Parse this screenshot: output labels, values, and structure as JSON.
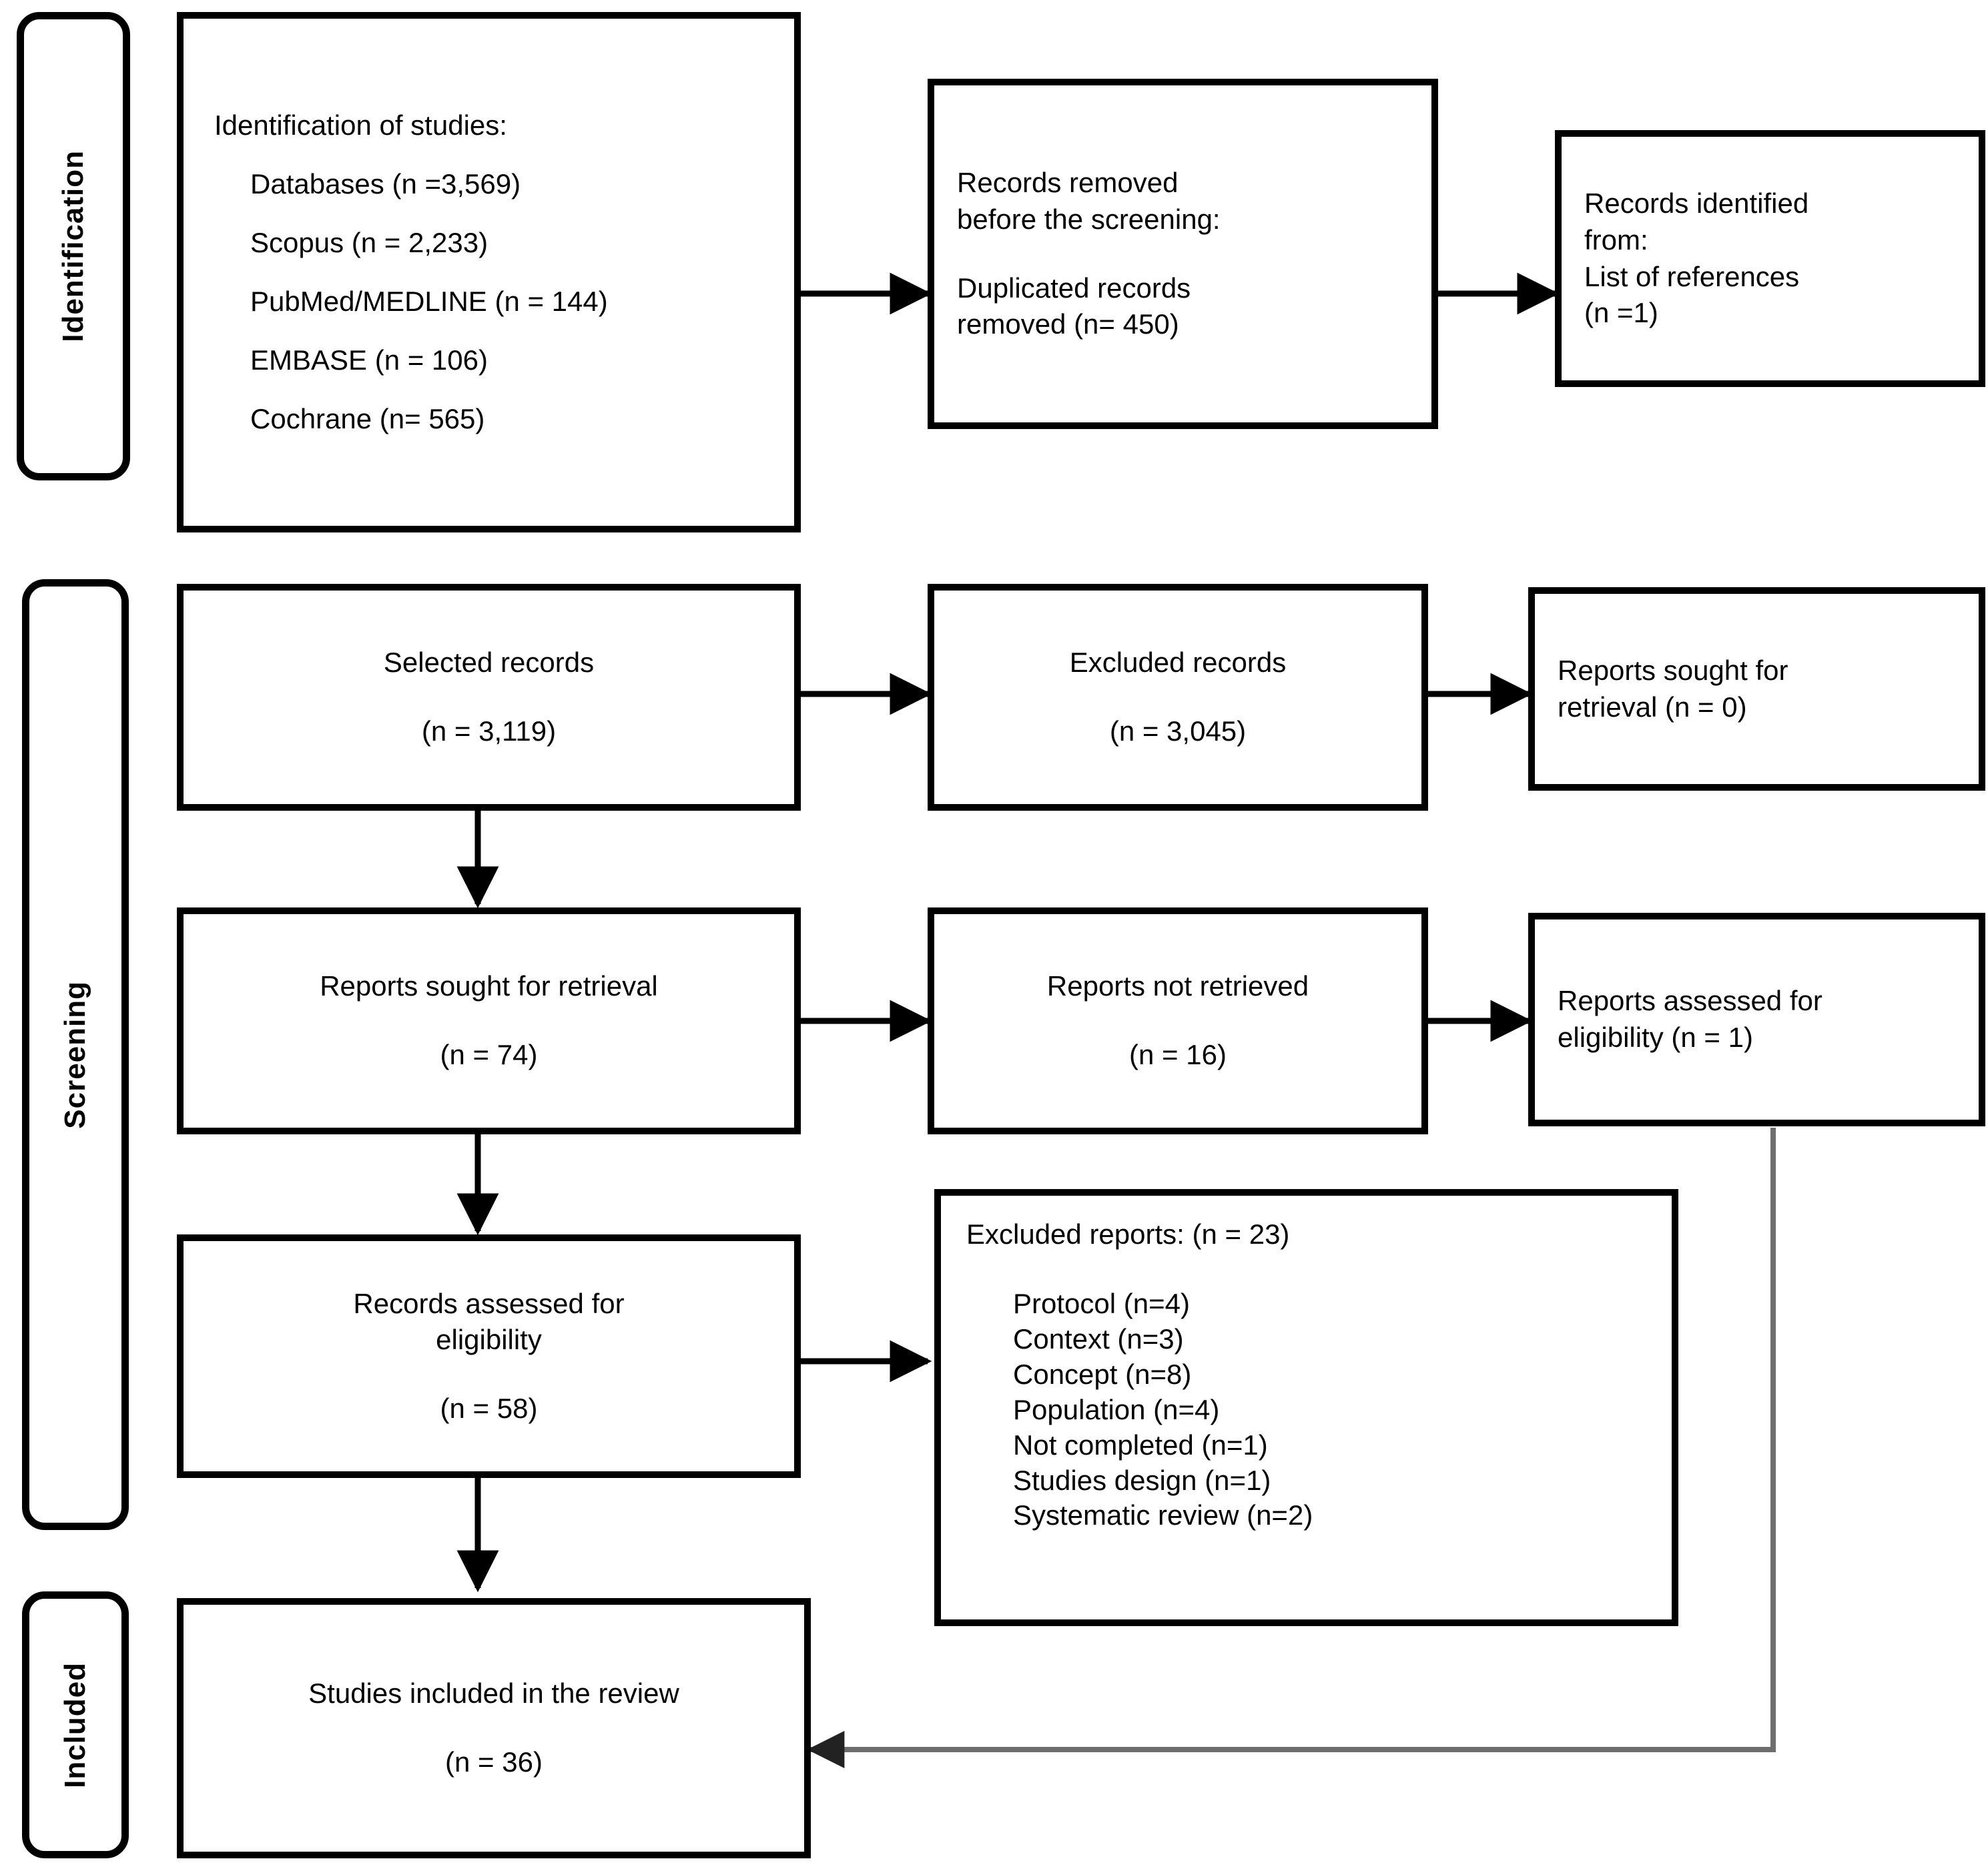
{
  "diagram": {
    "title": "PRISMA flow diagram",
    "type": "prisma-flow",
    "stroke_color": "#000000",
    "background_color": "#ffffff",
    "faint_connector_color": "#6e6e6e"
  },
  "phases": [
    {
      "key": "identification",
      "label": "Identification"
    },
    {
      "key": "screening",
      "label": "Screening"
    },
    {
      "key": "included",
      "label": "Included"
    }
  ],
  "boxes": {
    "identification_of_studies": {
      "heading": "Identification of studies:",
      "items": [
        "Databases (n =3,569)",
        "Scopus (n = 2,233)",
        "PubMed/MEDLINE (n = 144)",
        "EMBASE (n = 106)",
        "Cochrane (n= 565)"
      ]
    },
    "records_removed": {
      "line1": "Records removed",
      "line2": "before the screening:",
      "line3": "Duplicated records",
      "line4": "removed (n= 450)"
    },
    "records_identified_from": {
      "line1": "Records identified",
      "line2": "from:",
      "line3": "List of references",
      "line4": "(n =1)"
    },
    "selected_records": {
      "line1": "Selected records",
      "line2": "(n = 3,119)"
    },
    "excluded_records": {
      "line1": "Excluded records",
      "line2": "(n = 3,045)"
    },
    "reports_sought_retrieval_right": {
      "line1": "Reports sought for",
      "line2": "retrieval (n = 0)"
    },
    "reports_sought_retrieval_main": {
      "line1": "Reports sought for retrieval",
      "line2": "(n = 74)"
    },
    "reports_not_retrieved": {
      "line1": "Reports not retrieved",
      "line2": "(n = 16)"
    },
    "reports_assessed_eligibility_right": {
      "line1": "Reports assessed for",
      "line2": "eligibility (n = 1)"
    },
    "records_assessed_eligibility": {
      "line1": "Records assessed for",
      "line2": "eligibility",
      "line3": "(n = 58)"
    },
    "excluded_reports": {
      "heading": "Excluded reports: (n = 23)",
      "items": [
        "Protocol (n=4)",
        "Context (n=3)",
        "Concept (n=8)",
        "Population (n=4)",
        "Not completed (n=1)",
        "Studies design (n=1)",
        "Systematic review (n=2)"
      ]
    },
    "studies_included": {
      "line1": "Studies included in the review",
      "line2": "(n = 36)"
    }
  },
  "chart_data": {
    "type": "diagram",
    "title": "PRISMA flow diagram",
    "nodes": [
      {
        "id": "identification_of_studies",
        "phase": "Identification",
        "label": "Identification of studies",
        "values": {
          "Databases": 3569,
          "Scopus": 2233,
          "PubMed/MEDLINE": 144,
          "EMBASE": 106,
          "Cochrane": 565
        }
      },
      {
        "id": "records_removed",
        "phase": "Identification",
        "label": "Records removed before the screening: Duplicated records removed",
        "n": 450
      },
      {
        "id": "records_identified_from",
        "phase": "Identification",
        "label": "Records identified from: List of references",
        "n": 1
      },
      {
        "id": "selected_records",
        "phase": "Screening",
        "label": "Selected records",
        "n": 3119
      },
      {
        "id": "excluded_records",
        "phase": "Screening",
        "label": "Excluded records",
        "n": 3045
      },
      {
        "id": "reports_sought_retrieval_right",
        "phase": "Screening",
        "label": "Reports sought for retrieval",
        "n": 0
      },
      {
        "id": "reports_sought_retrieval_main",
        "phase": "Screening",
        "label": "Reports sought for retrieval",
        "n": 74
      },
      {
        "id": "reports_not_retrieved",
        "phase": "Screening",
        "label": "Reports not retrieved",
        "n": 16
      },
      {
        "id": "reports_assessed_eligibility_right",
        "phase": "Screening",
        "label": "Reports assessed for eligibility",
        "n": 1
      },
      {
        "id": "records_assessed_eligibility",
        "phase": "Screening",
        "label": "Records assessed for eligibility",
        "n": 58
      },
      {
        "id": "excluded_reports",
        "phase": "Screening",
        "label": "Excluded reports",
        "n": 23,
        "breakdown": {
          "Protocol": 4,
          "Context": 3,
          "Concept": 8,
          "Population": 4,
          "Not completed": 1,
          "Studies design": 1,
          "Systematic review": 2
        }
      },
      {
        "id": "studies_included",
        "phase": "Included",
        "label": "Studies included in the review",
        "n": 36
      }
    ],
    "edges": [
      {
        "from": "identification_of_studies",
        "to": "records_removed"
      },
      {
        "from": "records_removed",
        "to": "records_identified_from"
      },
      {
        "from": "selected_records",
        "to": "excluded_records"
      },
      {
        "from": "excluded_records",
        "to": "reports_sought_retrieval_right"
      },
      {
        "from": "selected_records",
        "to": "reports_sought_retrieval_main"
      },
      {
        "from": "reports_sought_retrieval_main",
        "to": "reports_not_retrieved"
      },
      {
        "from": "reports_not_retrieved",
        "to": "reports_assessed_eligibility_right"
      },
      {
        "from": "reports_sought_retrieval_main",
        "to": "records_assessed_eligibility"
      },
      {
        "from": "records_assessed_eligibility",
        "to": "excluded_reports"
      },
      {
        "from": "records_assessed_eligibility",
        "to": "studies_included"
      },
      {
        "from": "reports_assessed_eligibility_right",
        "to": "studies_included"
      }
    ]
  }
}
